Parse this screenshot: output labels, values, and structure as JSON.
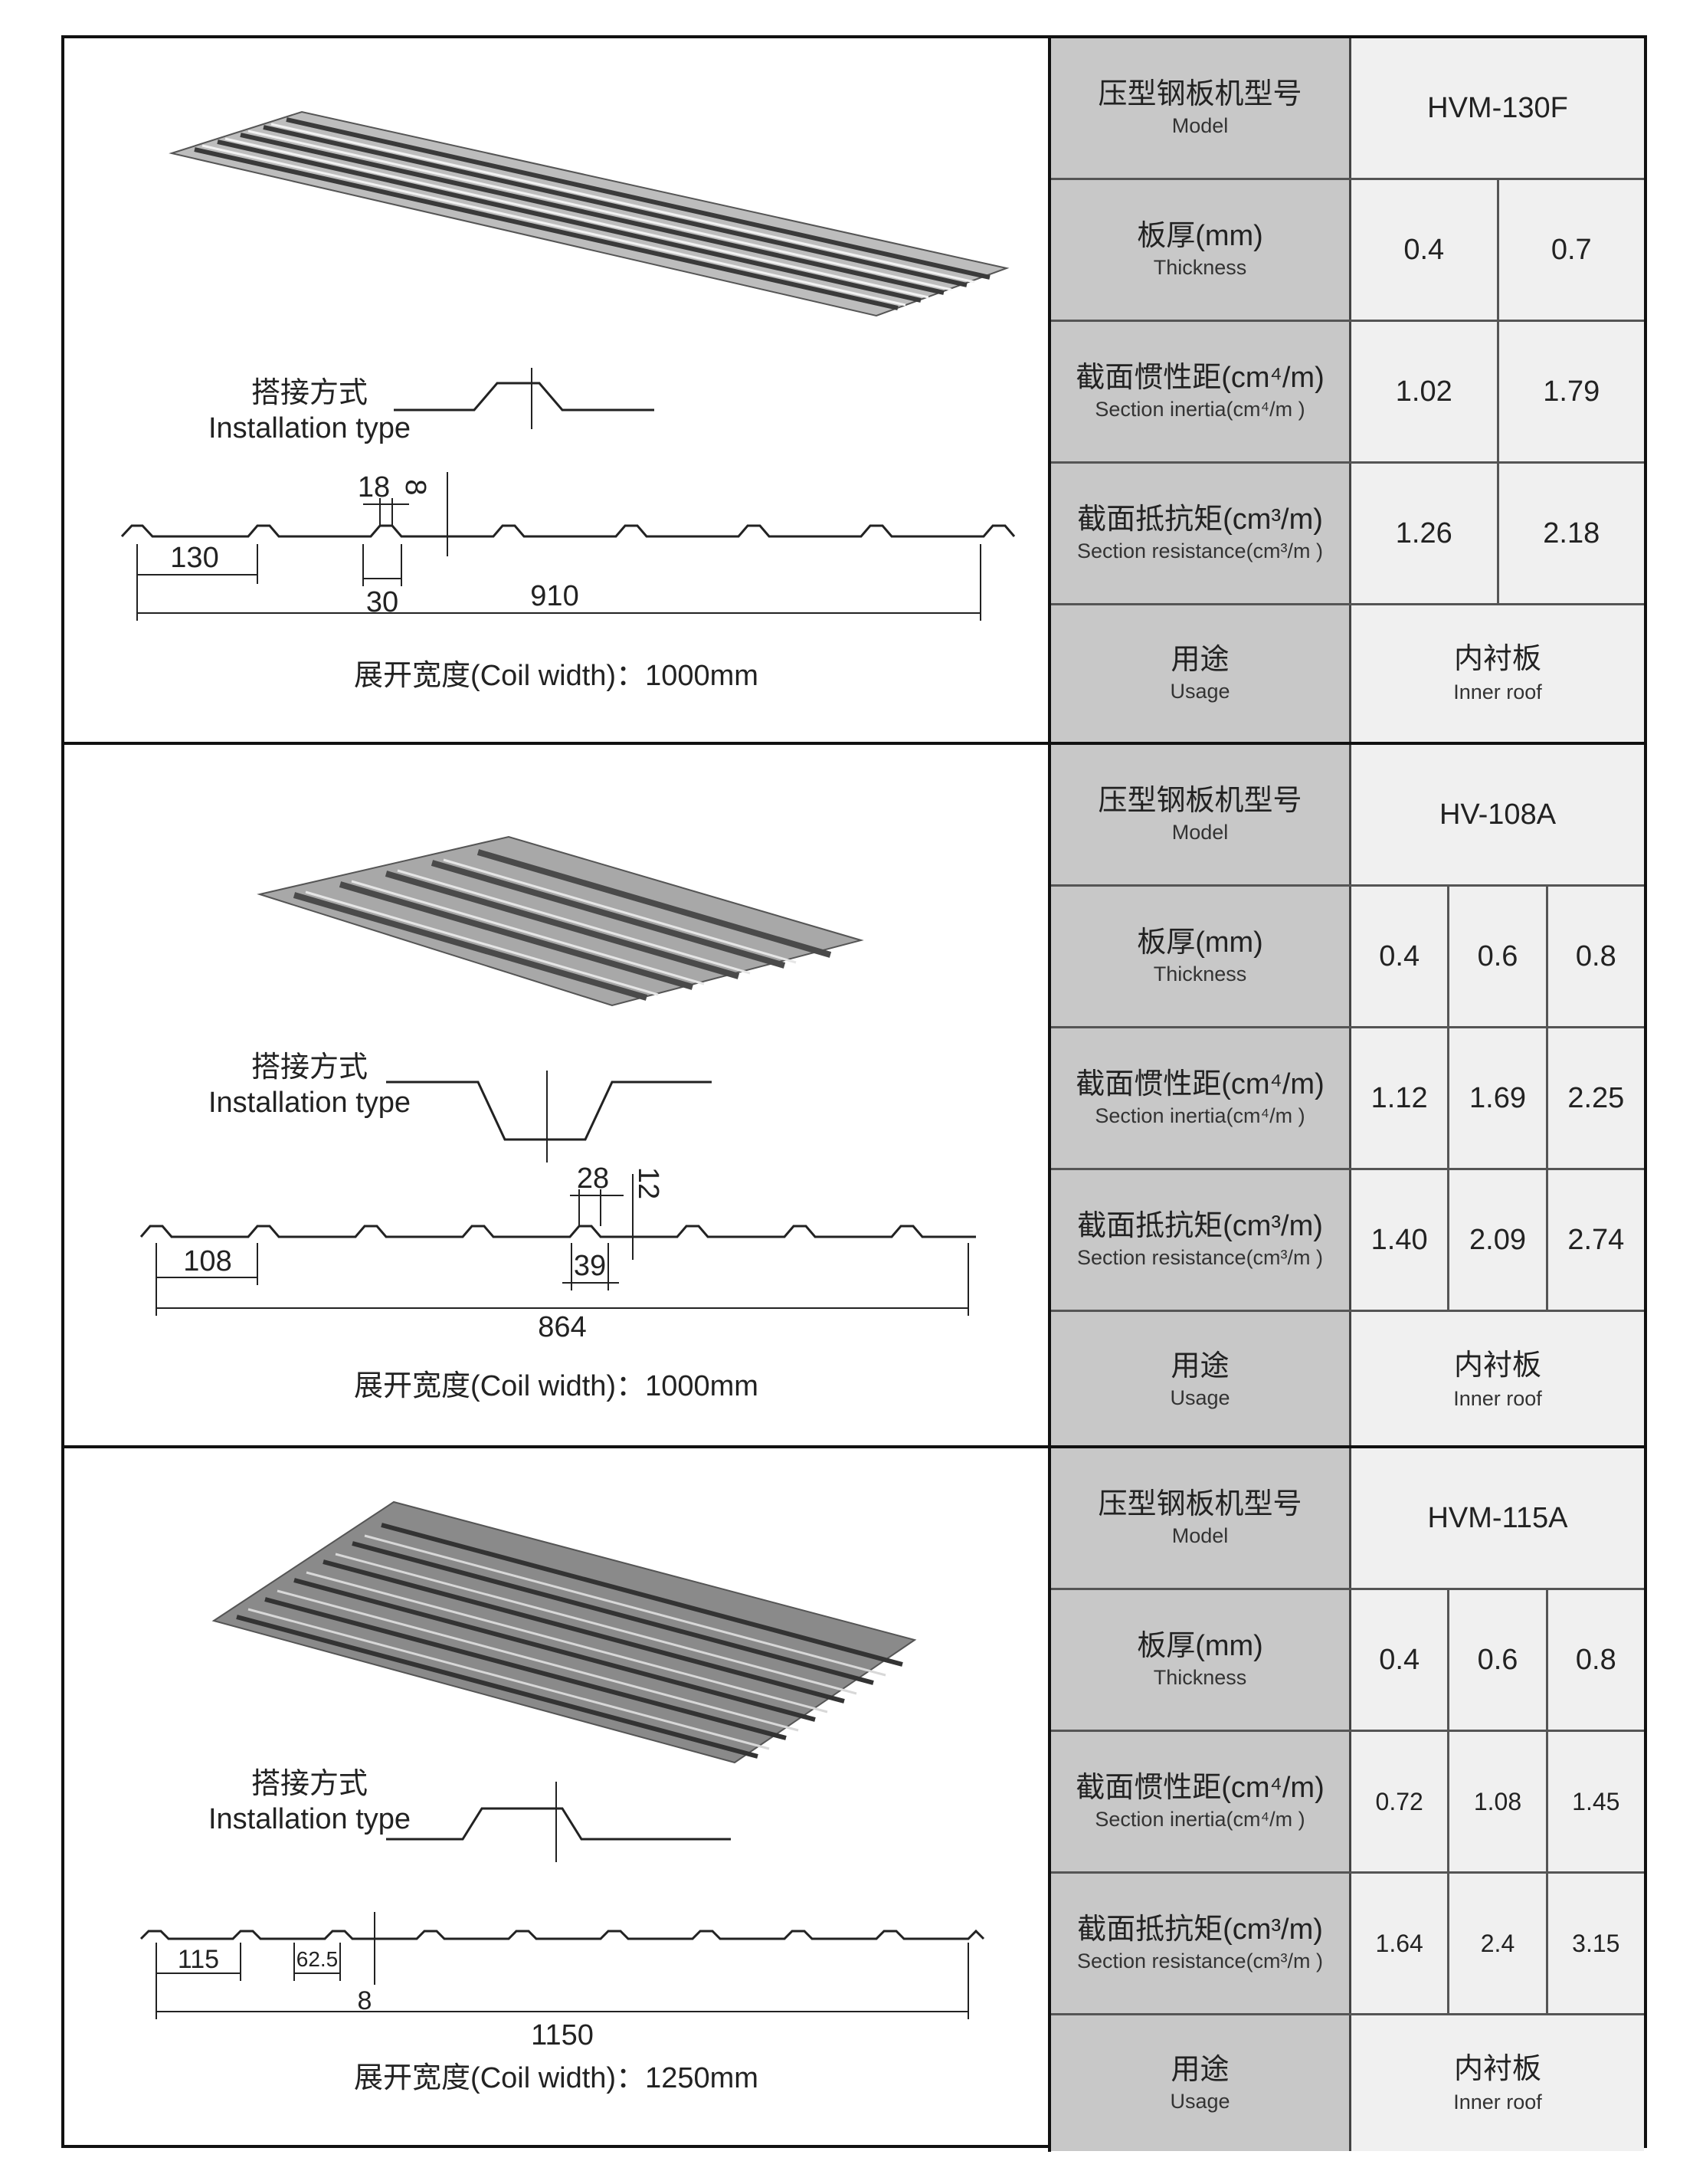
{
  "labels": {
    "model_cn": "压型钢板机型号",
    "model_en": "Model",
    "thickness_cn": "板厚(mm)",
    "thickness_en": "Thickness",
    "inertia_cn": "截面惯性距(cm⁴/m)",
    "inertia_en": "Section inertia(cm⁴/m )",
    "resistance_cn": "截面抵抗矩(cm³/m)",
    "resistance_en": "Section resistance(cm³/m )",
    "usage_cn": "用途",
    "usage_en": "Usage",
    "install_cn": "搭接方式",
    "install_en": "Installation type"
  },
  "sections": [
    {
      "model": "HVM-130F",
      "thickness": [
        "0.4",
        "0.7"
      ],
      "inertia": [
        "1.02",
        "1.79"
      ],
      "resistance": [
        "1.26",
        "2.18"
      ],
      "usage_cn": "内衬板",
      "usage_en": "Inner roof",
      "coil_width": "展开宽度(Coil width)：1000mm",
      "dims": [
        "18",
        "8",
        "130",
        "30",
        "910"
      ]
    },
    {
      "model": "HV-108A",
      "thickness": [
        "0.4",
        "0.6",
        "0.8"
      ],
      "inertia": [
        "1.12",
        "1.69",
        "2.25"
      ],
      "resistance": [
        "1.40",
        "2.09",
        "2.74"
      ],
      "usage_cn": "内衬板",
      "usage_en": "Inner roof",
      "coil_width": "展开宽度(Coil width)：1000mm",
      "dims": [
        "28",
        "12",
        "108",
        "39",
        "864"
      ]
    },
    {
      "model": "HVM-115A",
      "thickness": [
        "0.4",
        "0.6",
        "0.8"
      ],
      "inertia": [
        "0.72",
        "1.08",
        "1.45"
      ],
      "resistance": [
        "1.64",
        "2.4",
        "3.15"
      ],
      "usage_cn": "内衬板",
      "usage_en": "Inner roof",
      "coil_width": "展开宽度(Coil width)：1250mm",
      "dims": [
        "115",
        "62.5",
        "8",
        "1150"
      ]
    }
  ]
}
